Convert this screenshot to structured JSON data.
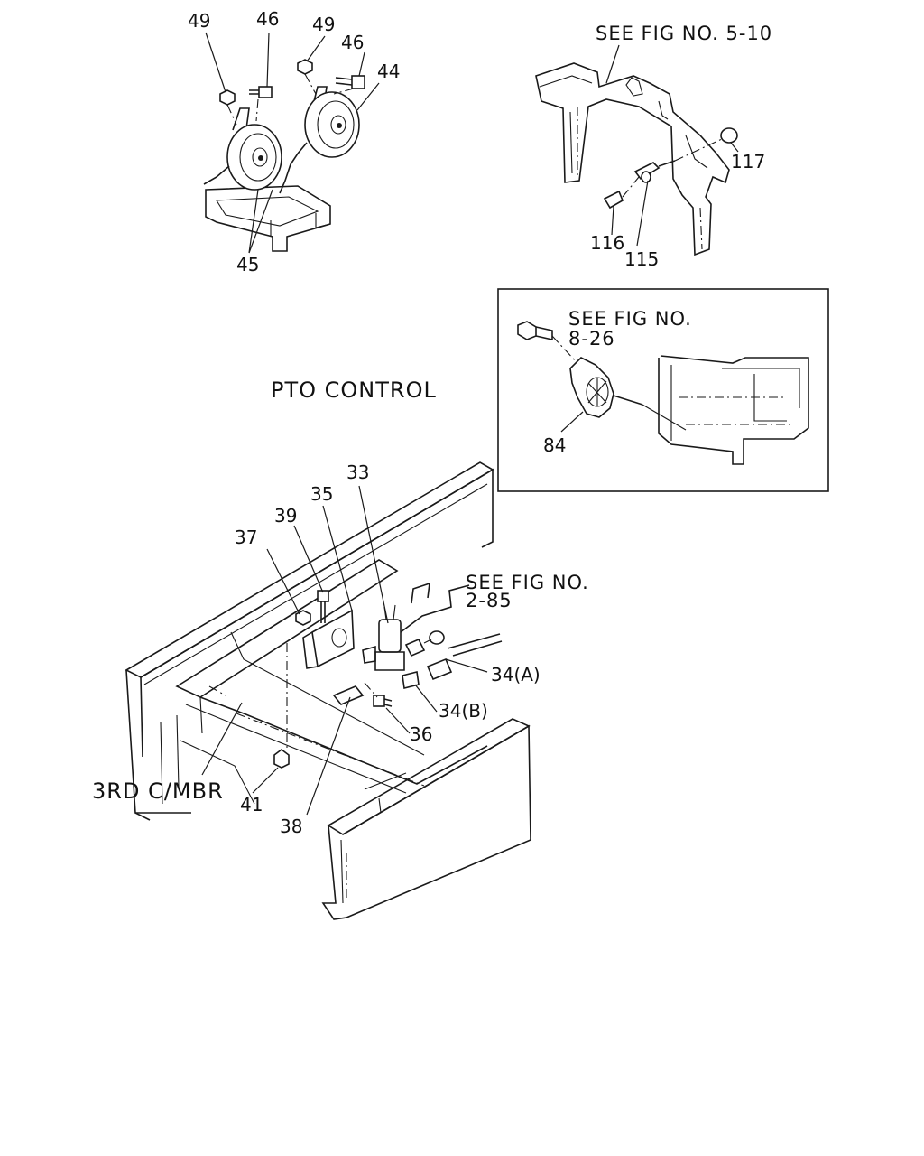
{
  "notes": {
    "see_fig_5_10": "SEE  FIG  NO. 5-10",
    "see_fig_8_26_line1": "SEE  FIG  NO.",
    "see_fig_8_26_line2": "8-26",
    "see_fig_2_85_line1": "SEE FIG NO.",
    "see_fig_2_85_line2": "2-85",
    "pto_control": "PTO CONTROL",
    "third_cross_member": "3RD C/MBR"
  },
  "callouts": {
    "c49a": "49",
    "c46a": "46",
    "c49b": "49",
    "c46b": "46",
    "c44": "44",
    "c45": "45",
    "c117": "117",
    "c116": "116",
    "c115": "115",
    "c84": "84",
    "c33": "33",
    "c35": "35",
    "c39": "39",
    "c37": "37",
    "c34a": "34(A)",
    "c34b": "34(B)",
    "c36": "36",
    "c41": "41",
    "c38": "38"
  }
}
